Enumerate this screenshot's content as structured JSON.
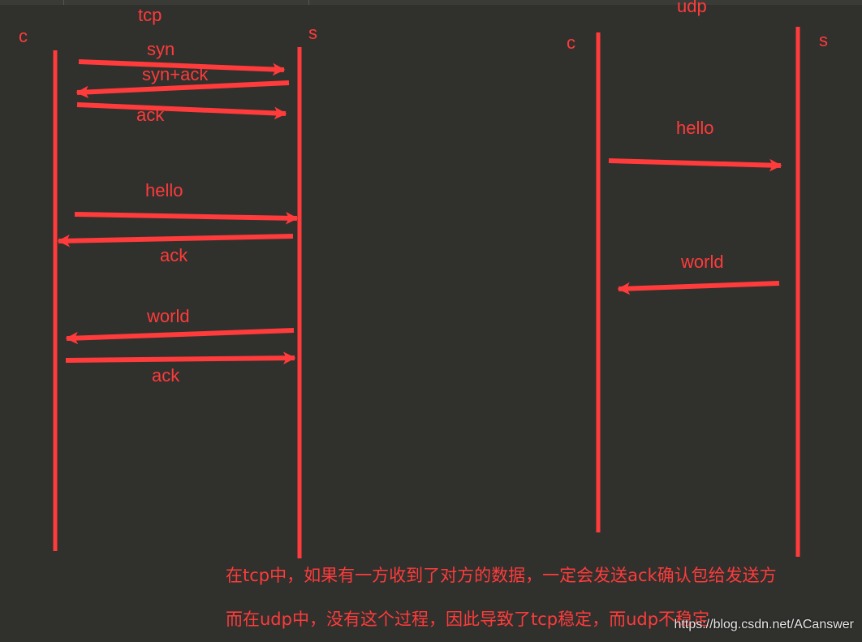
{
  "tcp": {
    "title": "tcp",
    "client_label": "c",
    "server_label": "s",
    "messages": [
      "syn",
      "syn+ack",
      "ack",
      "hello",
      "ack",
      "world",
      "ack"
    ]
  },
  "udp": {
    "title": "udp",
    "client_label": "c",
    "server_label": "s",
    "messages": [
      "hello",
      "world"
    ]
  },
  "notes": {
    "line1": "在tcp中，如果有一方收到了对方的数据，一定会发送ack确认包给发送方",
    "line2": "而在udp中，没有这个过程，因此导致了tcp稳定，而udp不稳定"
  },
  "watermark": "https://blog.csdn.net/ACanswer",
  "colors": {
    "ink": "#ff3b3b",
    "background": "#30302d"
  }
}
